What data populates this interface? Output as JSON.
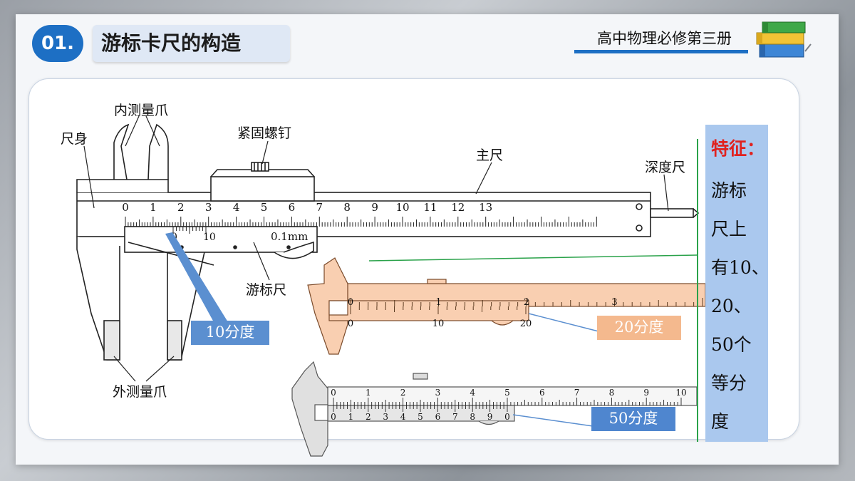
{
  "header": {
    "number": "01.",
    "title": "游标卡尺的构造",
    "subject": "高中物理必修第三册"
  },
  "labels": {
    "inner_jaw": "内测量爪",
    "body": "尺身",
    "lock_screw": "紧固螺钉",
    "main_scale": "主尺",
    "depth_rod": "深度尺",
    "vernier": "游标尺",
    "outer_jaw": "外测量爪"
  },
  "scales": {
    "main_ticks": [
      "0",
      "1",
      "2",
      "3",
      "4",
      "5",
      "6",
      "7",
      "8",
      "9",
      "10",
      "11",
      "12",
      "13"
    ],
    "vernier_precision": "0.1mm",
    "vernier_start": "0",
    "vernier_end": "10",
    "ruler20_main": [
      "0",
      "1",
      "2",
      "3"
    ],
    "ruler20_vernier": [
      "0",
      "10",
      "20"
    ],
    "ruler50_main": [
      "0",
      "1",
      "2",
      "3",
      "4",
      "5",
      "6",
      "7",
      "8",
      "9",
      "10"
    ],
    "ruler50_vernier": [
      "0",
      "1",
      "2",
      "3",
      "4",
      "5",
      "6",
      "7",
      "8",
      "9",
      "0"
    ]
  },
  "tags": {
    "ten": "10分度",
    "twenty": "20分度",
    "fifty": "50分度"
  },
  "feature": {
    "title": "特征：",
    "lines": [
      "游标",
      "尺上",
      "有10、",
      "20、",
      "50个",
      "等分",
      "度"
    ]
  },
  "colors": {
    "accent_blue": "#1d6fc4",
    "tag_blue": "#5b8fd0",
    "tag_orange": "#f4b98e",
    "ruler_orange": "#f9cfb1",
    "feature_bg": "#aac8ee",
    "feature_title": "#e0221f",
    "green_line": "#2aa24a"
  }
}
